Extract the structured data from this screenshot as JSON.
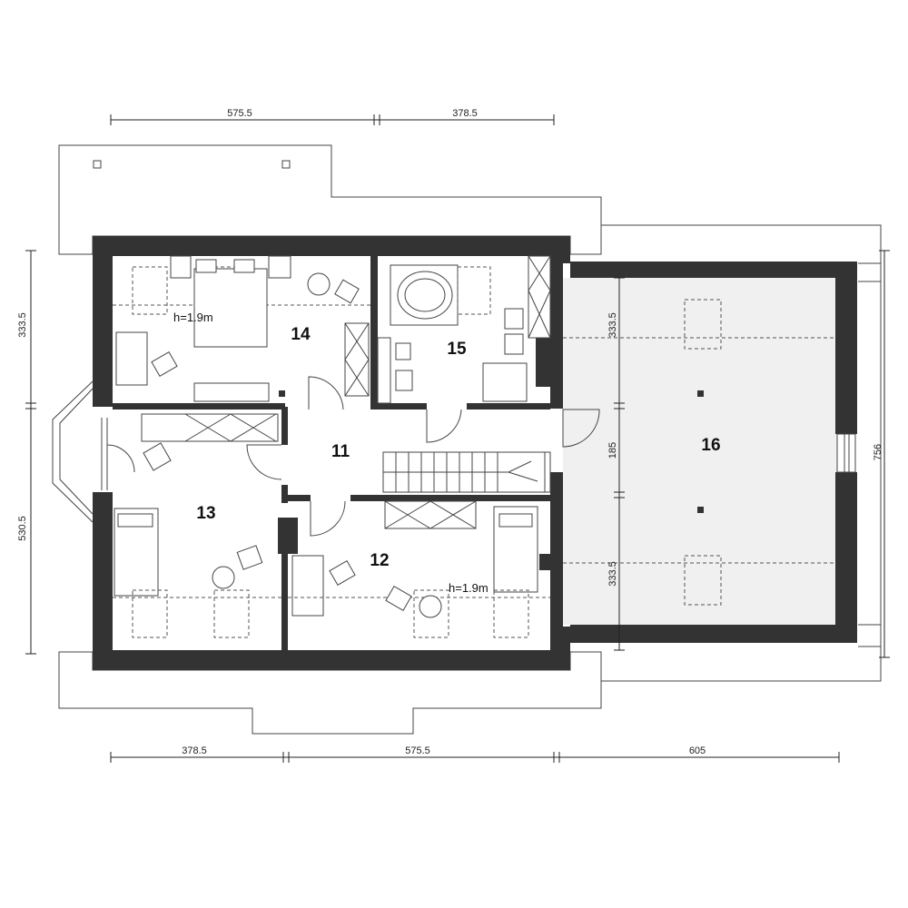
{
  "plan": {
    "rooms": [
      {
        "id": "11",
        "label": "11"
      },
      {
        "id": "12",
        "label": "12"
      },
      {
        "id": "13",
        "label": "13"
      },
      {
        "id": "14",
        "label": "14"
      },
      {
        "id": "15",
        "label": "15"
      },
      {
        "id": "16",
        "label": "16"
      }
    ],
    "heights": {
      "room14": "h=1.9m",
      "room12": "h=1.9m"
    },
    "dimensions": {
      "top": [
        "575.5",
        "378.5"
      ],
      "bottom": [
        "378.5",
        "575.5",
        "605"
      ],
      "left": [
        "333.5",
        "530.5"
      ],
      "inner_right": [
        "333.5",
        "185",
        "333.5"
      ],
      "right": [
        "756"
      ]
    }
  }
}
